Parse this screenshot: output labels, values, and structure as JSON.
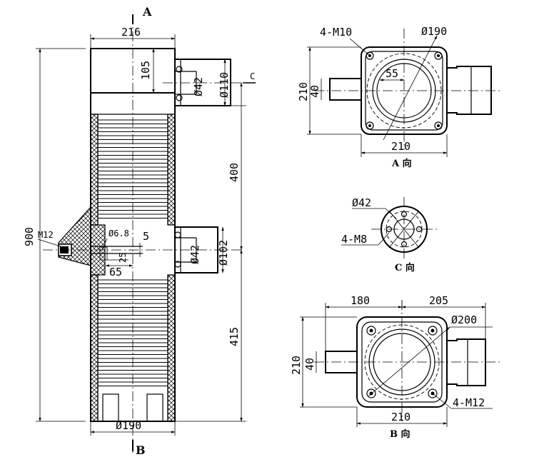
{
  "side_view": {
    "section_A": "A",
    "section_B": "B",
    "width_top": "216",
    "height_total": "900",
    "height_top": "105",
    "d_outlet_top_inner": "Ø42",
    "d_outlet_top_outer": "Ø110",
    "section_C": "C",
    "spacing_400": "400",
    "spacing_415": "415",
    "thread_side": "M12",
    "hole_d": "Ø6.8",
    "gap_5": "5",
    "depth_25": "25",
    "offset_65": "65",
    "d_outlet_mid_inner": "Ø42",
    "d_outlet_mid_outer": "Ø102",
    "d_bottom": "Ø190"
  },
  "view_A": {
    "bolts": "4-M10",
    "diameter": "Ø190",
    "offset": "55",
    "height": "210",
    "pipe": "40",
    "width": "210",
    "caption": "A 向"
  },
  "view_C": {
    "diameter": "Ø42",
    "bolts": "4-M8",
    "caption": "C 向"
  },
  "view_B": {
    "left_width": "180",
    "right_width": "205",
    "diameter": "Ø200",
    "height": "210",
    "pipe": "40",
    "bolts": "4-M12",
    "width": "210",
    "caption": "B 向"
  }
}
